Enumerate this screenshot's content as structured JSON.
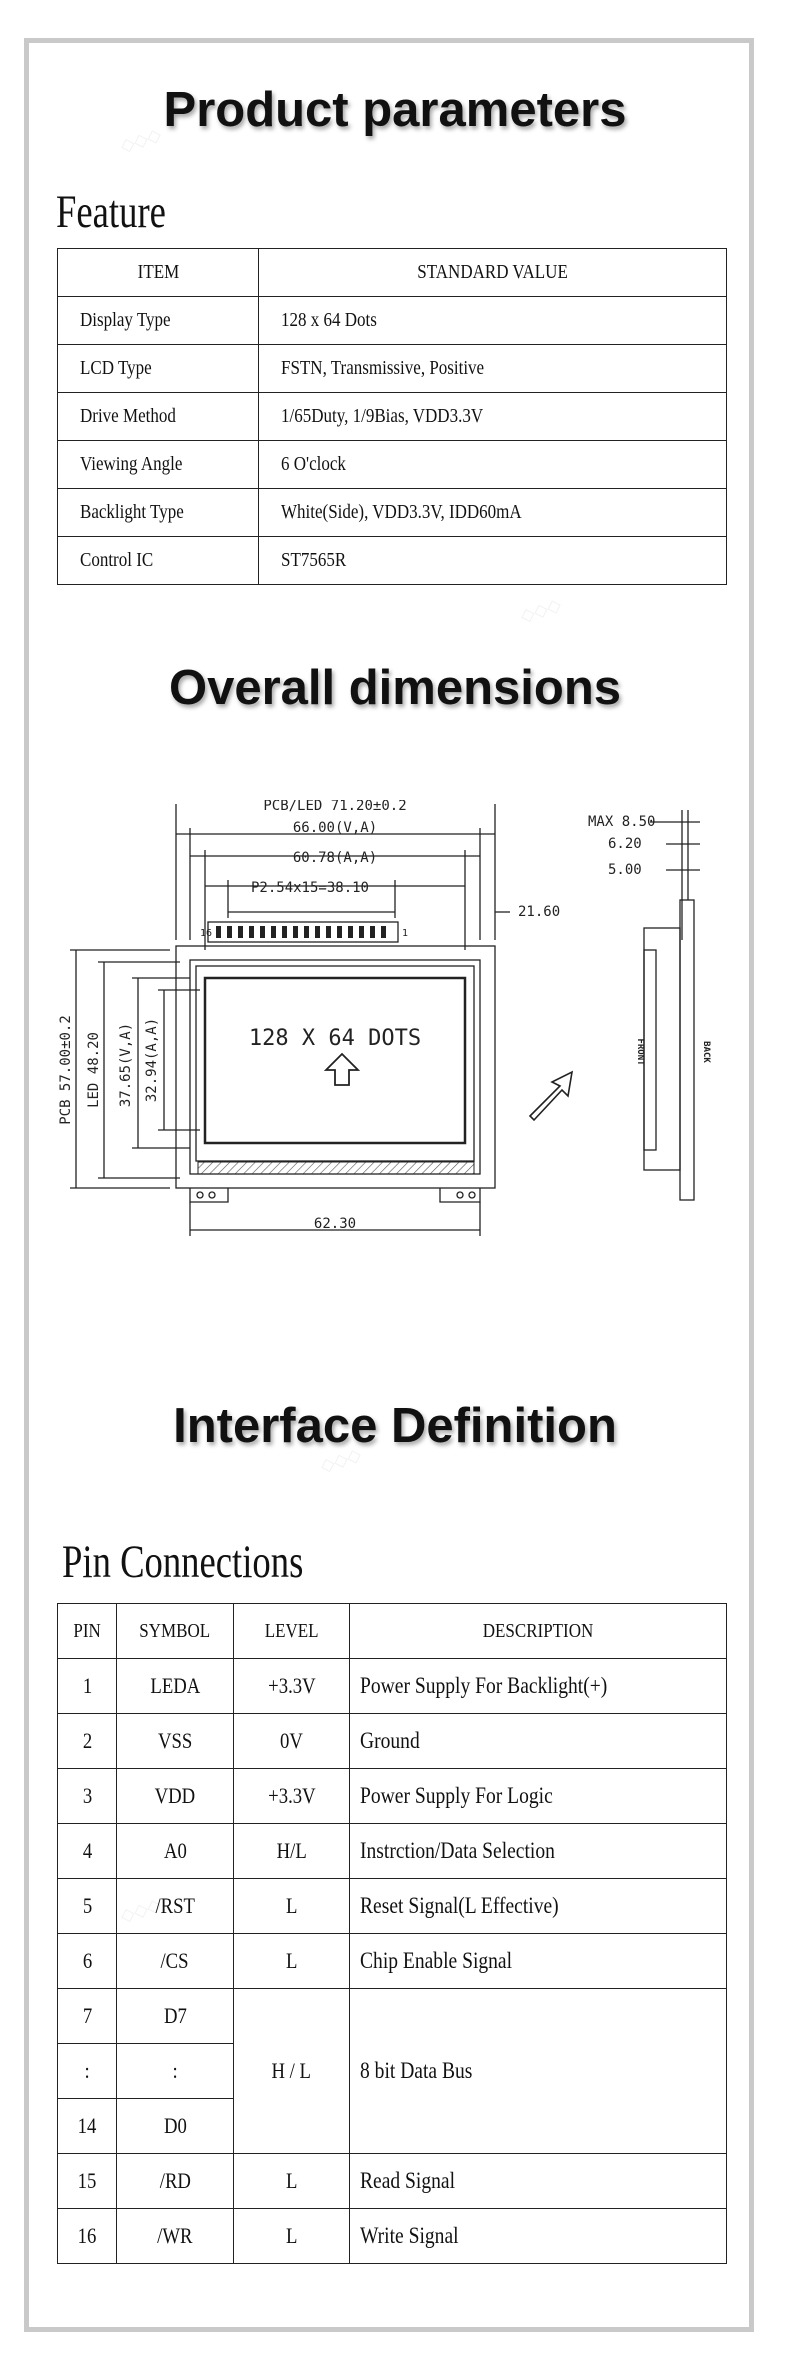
{
  "titles": {
    "product_parameters": "Product parameters",
    "overall_dimensions": "Overall dimensions",
    "interface_definition": "Interface Definition"
  },
  "feature": {
    "heading": "Feature",
    "columns": [
      "ITEM",
      "STANDARD VALUE"
    ],
    "rows": [
      {
        "item": "Display Type",
        "value": "128 x 64 Dots"
      },
      {
        "item": "LCD Type",
        "value": "FSTN, Transmissive, Positive"
      },
      {
        "item": "Drive Method",
        "value": "1/65Duty, 1/9Bias, VDD3.3V"
      },
      {
        "item": "Viewing Angle",
        "value": "6 O'clock"
      },
      {
        "item": "Backlight Type",
        "value": "White(Side), VDD3.3V, IDD60mA"
      },
      {
        "item": "Control IC",
        "value": "ST7565R"
      }
    ]
  },
  "drawing": {
    "pcb_led": "PCB/LED 71.20±0.2",
    "va_width": "66.00(V,A)",
    "aa_width": "60.78(A,A)",
    "pitch": "P2.54x15=38.10",
    "side_dim": "21.60",
    "pin16": "16",
    "pin1": "1",
    "pcb_height": "PCB 57.00±0.2",
    "led_height": "LED 48.20",
    "va_height": "37.65(V,A)",
    "aa_height": "32.94(A,A)",
    "screen_text": "128 X 64 DOTS",
    "bottom_dim": "62.30",
    "max_thick": "MAX 8.50",
    "thick_620": "6.20",
    "thick_500": "5.00",
    "front": "FRONT",
    "back": "BACK"
  },
  "pins": {
    "heading": "Pin Connections",
    "columns": [
      "PIN",
      "SYMBOL",
      "LEVEL",
      "DESCRIPTION"
    ],
    "rows": [
      {
        "pin": "1",
        "symbol": "LEDA",
        "level": "+3.3V",
        "desc": "Power Supply For Backlight(+)"
      },
      {
        "pin": "2",
        "symbol": "VSS",
        "level": "0V",
        "desc": "Ground"
      },
      {
        "pin": "3",
        "symbol": "VDD",
        "level": "+3.3V",
        "desc": "Power Supply For Logic"
      },
      {
        "pin": "4",
        "symbol": "A0",
        "level": "H/L",
        "desc": "Instrction/Data Selection"
      },
      {
        "pin": "5",
        "symbol": "/RST",
        "level": "L",
        "desc": "Reset Signal(L Effective)"
      },
      {
        "pin": "6",
        "symbol": "/CS",
        "level": "L",
        "desc": "Chip Enable Signal"
      }
    ],
    "bus": {
      "pins": [
        "7",
        ":",
        "14"
      ],
      "symbols": [
        "D7",
        ":",
        "D0"
      ],
      "level": "H / L",
      "desc": "8 bit Data Bus"
    },
    "rows_tail": [
      {
        "pin": "15",
        "symbol": "/RD",
        "level": "L",
        "desc": "Read Signal"
      },
      {
        "pin": "16",
        "symbol": "/WR",
        "level": "L",
        "desc": "Write Signal"
      }
    ]
  }
}
